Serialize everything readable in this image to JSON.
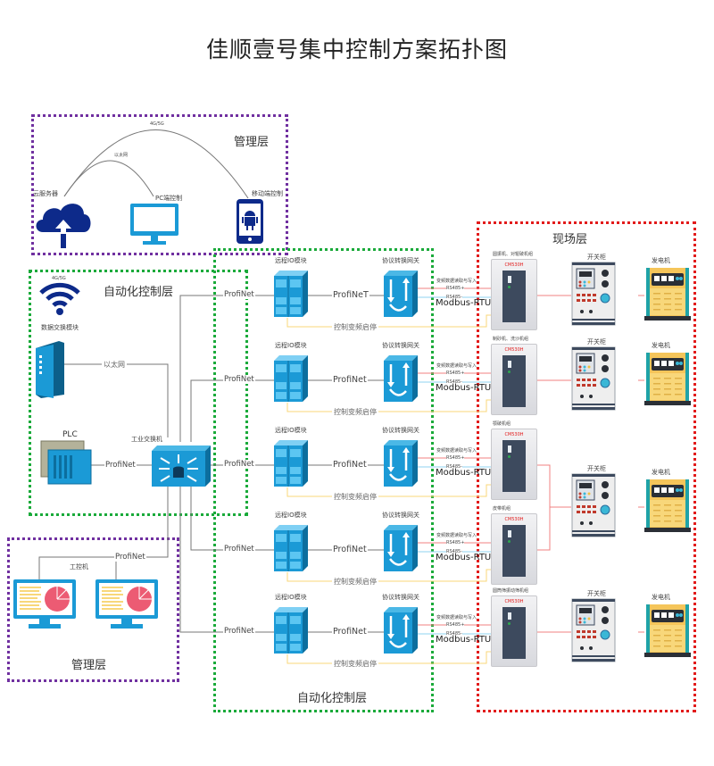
{
  "title": "佳顺壹号集中控制方案拓扑图",
  "zones": {
    "mgmt_top": {
      "title": "管理层"
    },
    "auto_left": {
      "title": "自动化控制层"
    },
    "auto_center": {
      "title": "自动化控制层"
    },
    "field": {
      "title": "现场层"
    },
    "mgmt_bottom": {
      "title": "管理层"
    }
  },
  "management_top": {
    "cloud_label": "云服务器",
    "pc_label": "PC端控制",
    "mobile_label": "移动端控制",
    "link_4g": "4G/5G",
    "link_eth": "以太网"
  },
  "automation_left": {
    "wifi_label": "4G/5G",
    "data_module_label": "数据交换模块",
    "eth_link": "以太网",
    "plc_label": "PLC",
    "plc_link": "ProfiNet",
    "switch_label": "工业交换机"
  },
  "management_bottom": {
    "ipc_label": "工控机",
    "link": "ProfiNet"
  },
  "rows": [
    {
      "uplink": "ProfiNet",
      "io_label": "远程IO模块",
      "link": "ProfiNeT",
      "gw_label": "协议转换网关",
      "ctl_label": "控制变频启停",
      "top_note": "变频数据读取与写入",
      "rs485_a": "RS485+",
      "rs485_b": "RS485-",
      "modbus": "Modbus-RTU",
      "vfd_label": "圆振机、对辊破机组",
      "vfd_brand": "CM530H"
    },
    {
      "uplink": "ProfiNet",
      "io_label": "远程IO模块",
      "link": "ProfiNet",
      "gw_label": "协议转换网关",
      "ctl_label": "控制变频启停",
      "top_note": "变频数据读取与写入",
      "rs485_a": "RS485+",
      "rs485_b": "RS485-",
      "modbus": "Modbus-RTU",
      "vfd_label": "制砂机、洗沙机组",
      "vfd_brand": "CM530H"
    },
    {
      "uplink": "ProfiNet",
      "io_label": "远程IO模块",
      "link": "ProfiNet",
      "gw_label": "协议转换网关",
      "ctl_label": "控制变频启停",
      "top_note": "变频数据读取与写入",
      "rs485_a": "RS485+",
      "rs485_b": "RS485-",
      "modbus": "Modbus-RTU",
      "vfd_label": "颚破机组",
      "vfd_brand": "CM530H"
    },
    {
      "uplink": "ProfiNet",
      "io_label": "远程IO模块",
      "link": "ProfiNet",
      "gw_label": "协议转换网关",
      "ctl_label": "控制变频启停",
      "top_note": "变频数据读取与写入",
      "rs485_a": "RS485+",
      "rs485_b": "RS485-",
      "modbus": "Modbus-RTU",
      "vfd_label": "皮带机组",
      "vfd_brand": "CM530H"
    },
    {
      "uplink": "ProfiNet",
      "io_label": "远程IO模块",
      "link": "ProfiNet",
      "gw_label": "协议转换网关",
      "ctl_label": "控制变频启停",
      "top_note": "变频数据读取与写入",
      "rs485_a": "RS485+",
      "rs485_b": "RS485-",
      "modbus": "Modbus-RTU",
      "vfd_label": "圆筒筛振动筛机组",
      "vfd_brand": "CM530H"
    }
  ],
  "power_units": [
    {
      "switch_label": "开关柜",
      "gen_label": "发电机"
    },
    {
      "switch_label": "开关柜",
      "gen_label": "发电机"
    },
    {
      "switch_label": "开关柜",
      "gen_label": "发电机"
    },
    {
      "switch_label": "开关柜",
      "gen_label": "发电机"
    }
  ],
  "colors": {
    "mgmt_border": "#7030a0",
    "auto_border": "#1aaa3a",
    "field_border": "#e21b1b",
    "device_blue": "#1b9ad6",
    "cloud_navy": "#0d2a8a",
    "rs485_plus": "#f08080",
    "rs485_minus": "#8fd3f0",
    "control_line": "#f8d77a"
  }
}
